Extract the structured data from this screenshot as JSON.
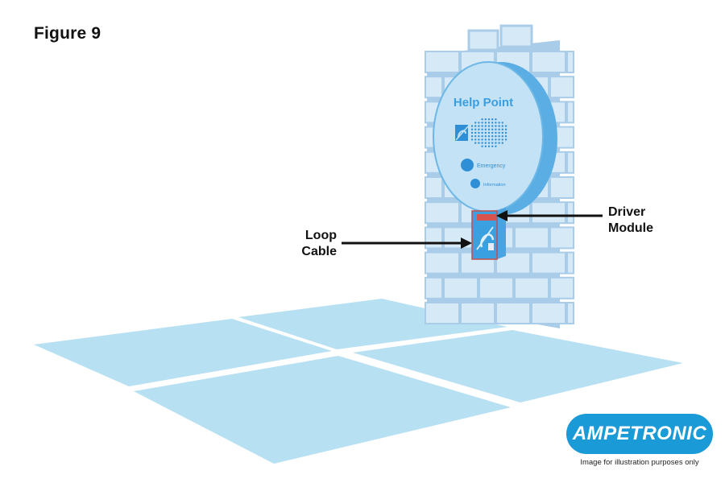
{
  "figure_label": "Figure 9",
  "help_point": {
    "title": "Help Point",
    "emergency_label": "Emergency",
    "information_label": "Information"
  },
  "callouts": {
    "loop_cable": [
      "Loop",
      "Cable"
    ],
    "driver_module": [
      "Driver",
      "Module"
    ]
  },
  "brand": {
    "name": "AMPETRONIC",
    "disclaimer": "Image for illustration purposes only"
  },
  "colors": {
    "floor": "#b7e0f2",
    "wall_brick": "#d6e9f7",
    "wall_mortar": "#a9cce9",
    "help_point_face": "#c3e2f5",
    "help_point_side": "#5aaee3",
    "accent_blue": "#2f8fd6",
    "driver_indicator": "#d9534f",
    "brand_blue": "#1a9ad6"
  }
}
